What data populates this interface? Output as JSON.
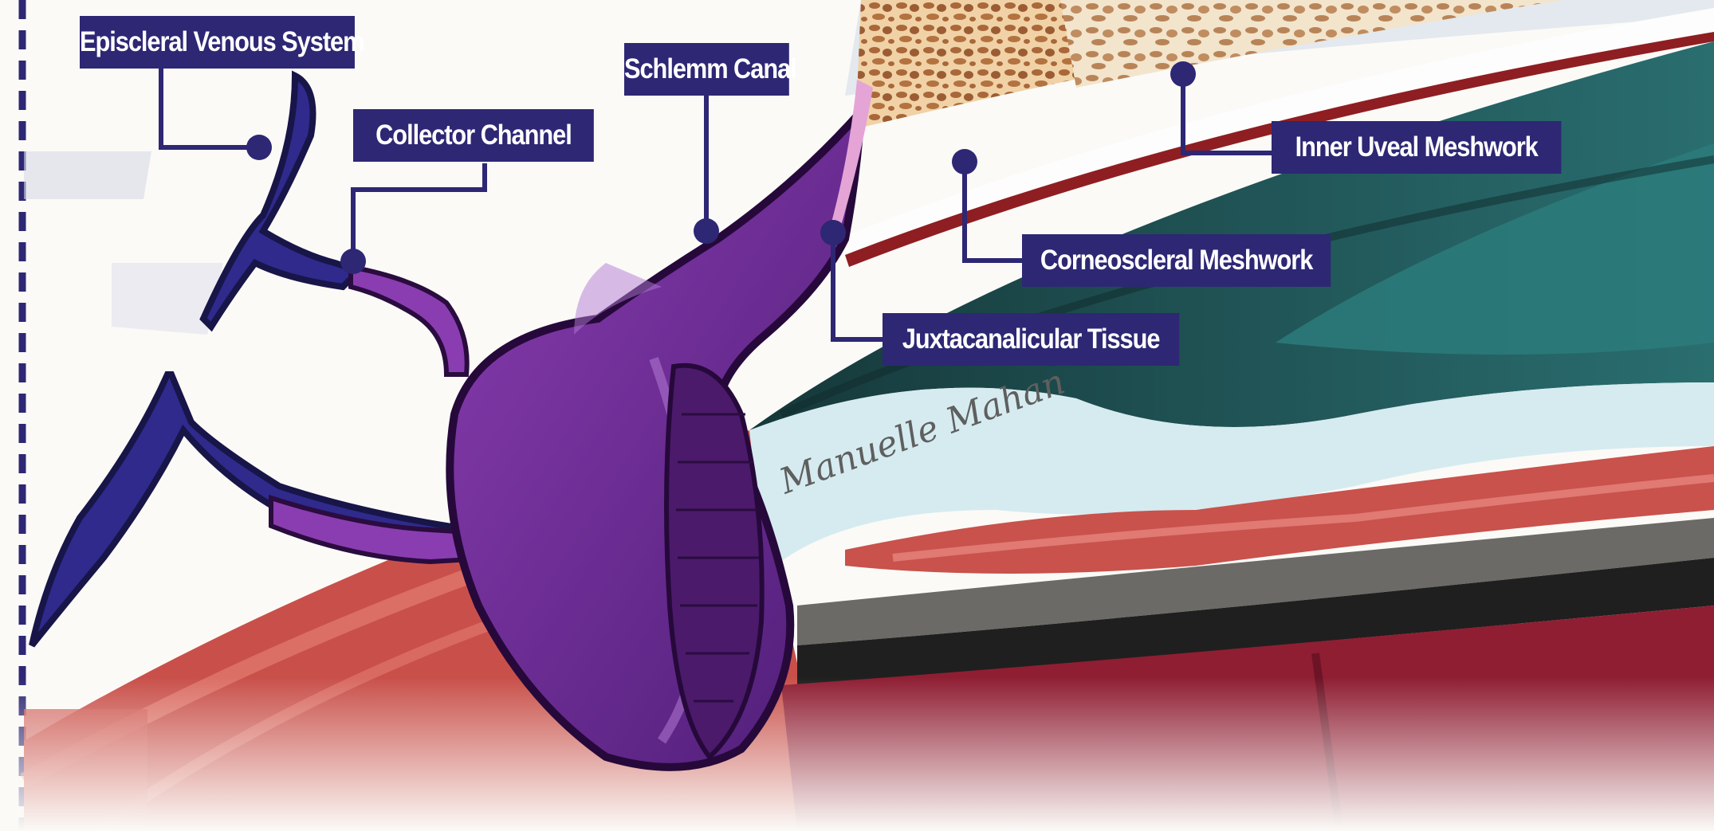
{
  "labels": {
    "episcleral_venous_system": "Episcleral Venous System",
    "collector_channel": "Collector Channel",
    "schlemm_canal": "Schlemm Canal",
    "inner_uveal_meshwork": "Inner Uveal Meshwork",
    "corneoscleral_meshwork": "Corneoscleral Meshwork",
    "juxtacanalicular_tissue": "Juxtacanalicular Tissue"
  },
  "signature": "Manuelle Mahan",
  "colors": {
    "label_background": "#2d2774",
    "label_text": "#ffffff",
    "leader_line": "#2d2774",
    "schlemm_canal": "#6a2a96",
    "episcleral_veins": "#2f2a8c",
    "corneoscleral_meshwork": "#c88a55",
    "inner_uveal_meshwork": "#e2c6a0",
    "ciliary_body": "#1d4f55",
    "iris_root": "#a33a3e",
    "ciliary_muscle": "#c9504a",
    "border_dashes": "#2d2774"
  }
}
